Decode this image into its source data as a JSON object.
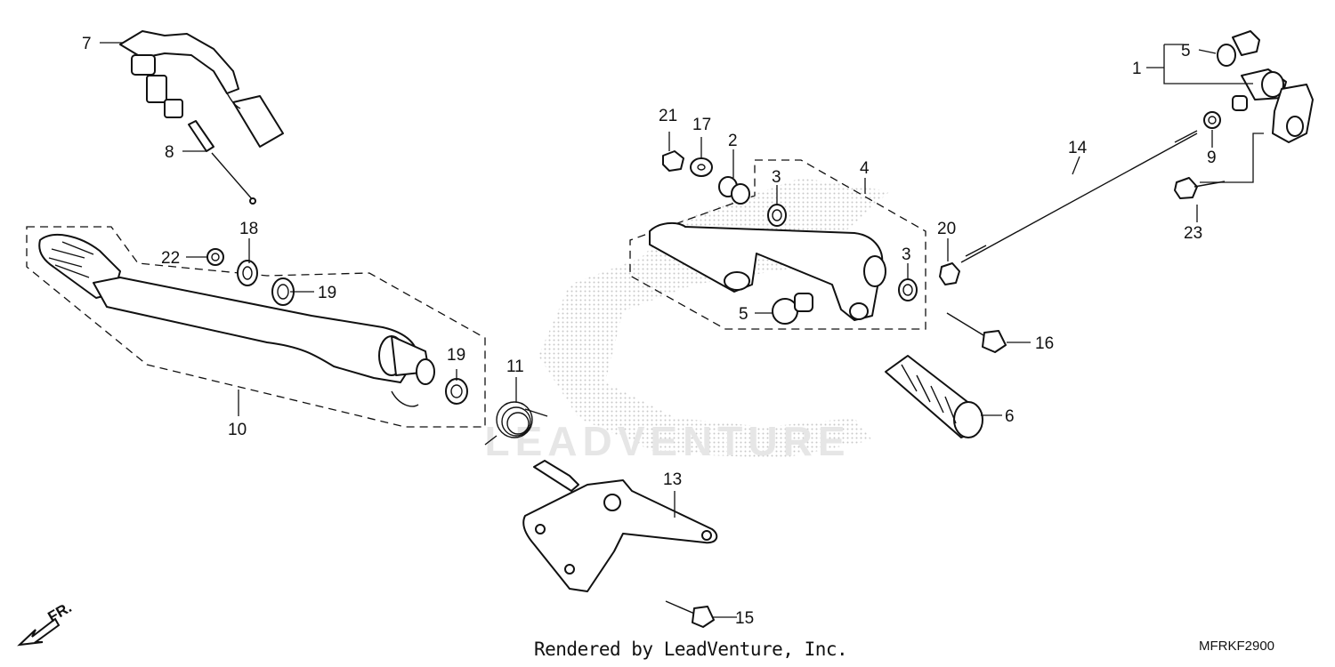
{
  "watermark": {
    "text": "LEADVENTURE"
  },
  "callouts": [
    {
      "id": "c1",
      "number": "1"
    },
    {
      "id": "c2",
      "number": "2"
    },
    {
      "id": "c3a",
      "number": "3"
    },
    {
      "id": "c3b",
      "number": "3"
    },
    {
      "id": "c4",
      "number": "4"
    },
    {
      "id": "c5a",
      "number": "5"
    },
    {
      "id": "c5b",
      "number": "5"
    },
    {
      "id": "c6",
      "number": "6"
    },
    {
      "id": "c7",
      "number": "7"
    },
    {
      "id": "c8",
      "number": "8"
    },
    {
      "id": "c9",
      "number": "9"
    },
    {
      "id": "c10",
      "number": "10"
    },
    {
      "id": "c11",
      "number": "11"
    },
    {
      "id": "c13",
      "number": "13"
    },
    {
      "id": "c14",
      "number": "14"
    },
    {
      "id": "c15",
      "number": "15"
    },
    {
      "id": "c16",
      "number": "16"
    },
    {
      "id": "c17",
      "number": "17"
    },
    {
      "id": "c18",
      "number": "18"
    },
    {
      "id": "c19a",
      "number": "19"
    },
    {
      "id": "c19b",
      "number": "19"
    },
    {
      "id": "c20",
      "number": "20"
    },
    {
      "id": "c21",
      "number": "21"
    },
    {
      "id": "c22",
      "number": "22"
    },
    {
      "id": "c23",
      "number": "23"
    }
  ],
  "direction_marker": {
    "label": "FR."
  },
  "footer": {
    "credit": "Rendered by LeadVenture, Inc.",
    "diagram_code": "MFRKF2900"
  }
}
